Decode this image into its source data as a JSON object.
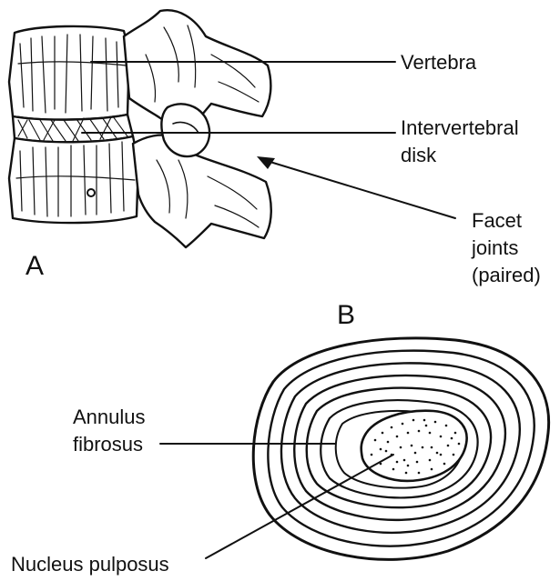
{
  "figure": {
    "panel_a": {
      "letter": "A"
    },
    "panel_b": {
      "letter": "B"
    },
    "labels": {
      "vertebra": "Vertebra",
      "intervertebral_line1": "Intervertebral",
      "intervertebral_line2": "disk",
      "facet_line1": "Facet",
      "facet_line2": "joints",
      "facet_line3": "(paired)",
      "annulus_line1": "Annulus",
      "annulus_line2": "fibrosus",
      "nucleus": "Nucleus pulposus"
    },
    "colors": {
      "ink": "#111111",
      "background": "#ffffff"
    }
  }
}
